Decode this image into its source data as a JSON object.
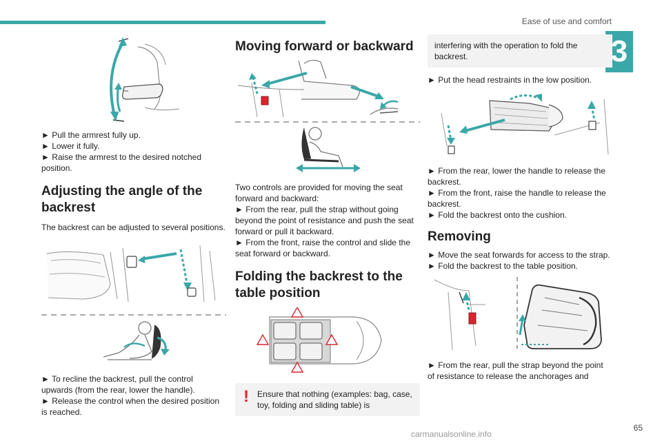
{
  "header": {
    "title": "Ease of use and comfort",
    "chapter": "3",
    "page_number": "65"
  },
  "watermark": "carmanualsonline.info",
  "col1": {
    "armrest_bullets": [
      "► Pull the armrest fully up.",
      "► Lower it fully.",
      "► Raise the armrest to the desired notched position."
    ],
    "angle_heading": "Adjusting the angle of the backrest",
    "angle_intro": "The backrest can be adjusted to several positions.",
    "angle_bullets": [
      "► To recline the backrest, pull the control upwards (from the rear, lower the handle).",
      "► Release the control when the desired position is reached."
    ]
  },
  "col2": {
    "move_heading": "Moving forward or backward",
    "move_intro": "Two controls are provided for moving the seat forward and backward:",
    "move_bullets": [
      "► From the rear, pull the strap without going beyond the point of resistance and push the seat forward or pull it backward.",
      "► From the front, raise the control and slide the seat forward or backward."
    ],
    "fold_heading": "Folding the backrest to the table position",
    "warning_mark": "!",
    "warning_text": "Ensure that nothing (examples: bag, case, toy, folding and sliding table) is"
  },
  "col3": {
    "warning_continued": "interfering with the operation to fold the backrest.",
    "head_bullet": "► Put the head restraints in the low position.",
    "fold_bullets": [
      "► From the rear, lower the handle to release the backrest.",
      "► From the front, raise the handle to release the backrest.",
      "► Fold the backrest onto the cushion."
    ],
    "remove_heading": "Removing",
    "remove_bullets": [
      "► Move the seat forwards for access to the strap.",
      "► Fold the backrest to the table position."
    ],
    "final_bullet": "► From the rear, pull the strap beyond the point of resistance to release the anchorages and"
  },
  "colors": {
    "accent": "#3aa7a8",
    "warning": "#e2232a",
    "box": "#f2f2f2",
    "line": "#666666"
  }
}
